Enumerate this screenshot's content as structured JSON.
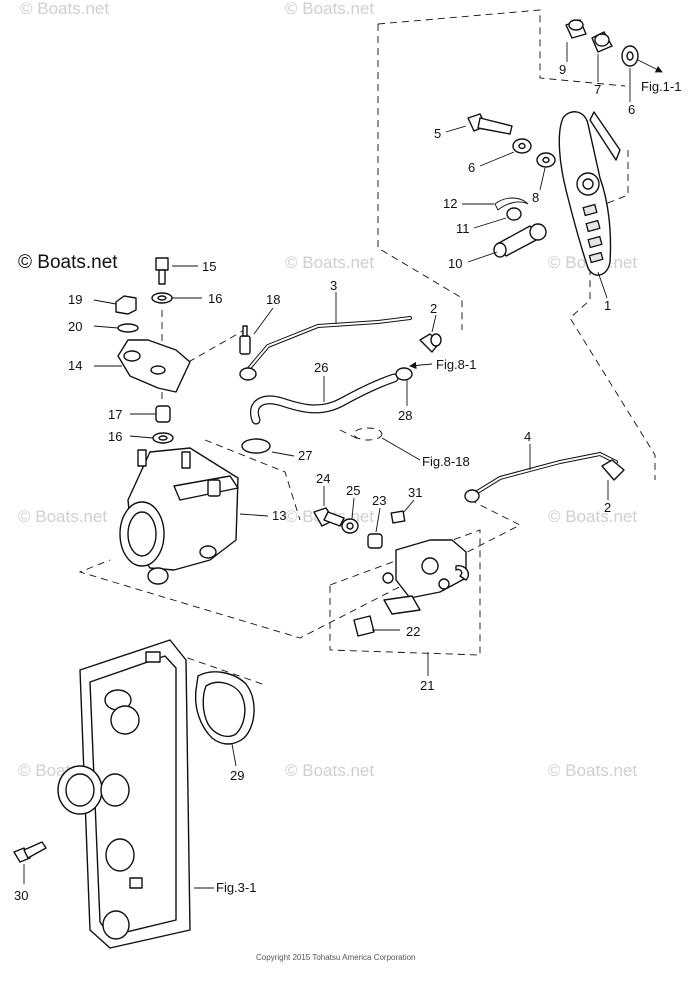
{
  "watermark": "© Boats.net",
  "copyright": "Copyright 2015 Tohatsu America Corporation",
  "figure_refs": {
    "fig_1_1": "Fig.1-1",
    "fig_8_1": "Fig.8-1",
    "fig_8_18": "Fig.8-18",
    "fig_3_1": "Fig.3-1"
  },
  "callouts": {
    "c1": "1",
    "c2a": "2",
    "c2b": "2",
    "c3": "3",
    "c4": "4",
    "c5": "5",
    "c6a": "6",
    "c6b": "6",
    "c7": "7",
    "c8": "8",
    "c9": "9",
    "c10": "10",
    "c11": "11",
    "c12": "12",
    "c13": "13",
    "c14": "14",
    "c15": "15",
    "c16a": "16",
    "c16b": "16",
    "c17": "17",
    "c18": "18",
    "c19": "19",
    "c20": "20",
    "c21": "21",
    "c22": "22",
    "c23": "23",
    "c24": "24",
    "c25": "25",
    "c26": "26",
    "c27": "27",
    "c28": "28",
    "c29": "29",
    "c30": "30",
    "c31": "31"
  }
}
